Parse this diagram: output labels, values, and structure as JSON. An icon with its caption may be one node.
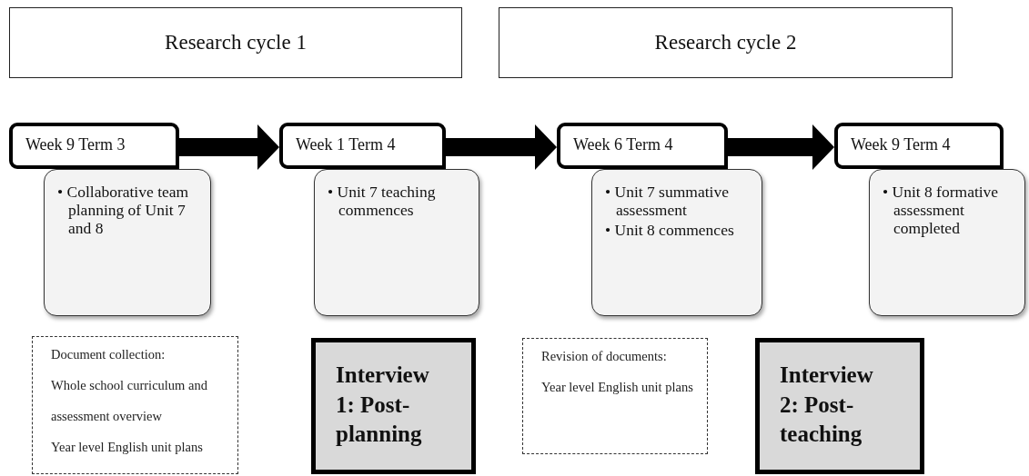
{
  "diagram": {
    "nodes": [
      {
        "text": [
          "Research cycle 1"
        ]
      },
      {
        "text": [
          "Research cycle 2"
        ]
      },
      {
        "text": [
          "Week 9 Term 3"
        ]
      },
      {
        "text": [
          "• Collaborative team planning of Unit 7 and 8"
        ]
      },
      {
        "text": [
          "Week 1 Term 4"
        ]
      },
      {
        "text": [
          "• Unit 7 teaching commences"
        ]
      },
      {
        "text": [
          "Week 6 Term 4"
        ]
      },
      {
        "text": [
          "• Unit 7 summative assessment",
          "• Unit 8 commences"
        ]
      },
      {
        "text": [
          "Week 9 Term 4"
        ]
      },
      {
        "text": [
          "• Unit 8 formative assessment completed"
        ]
      },
      {
        "text": [
          "Document collection:",
          "Whole school curriculum and assessment overview",
          "Year level English unit plans"
        ]
      },
      {
        "text": [
          "Interview 1: Post-planning"
        ]
      },
      {
        "text": [
          "Revision of documents:",
          "Year level English unit plans"
        ]
      },
      {
        "text": [
          "Interview 2: Post-teaching"
        ]
      }
    ],
    "edges": [
      {
        "from": 2,
        "to": 4,
        "arrow": "to",
        "style": "thick"
      },
      {
        "from": 4,
        "to": 6,
        "arrow": "to",
        "style": "thick"
      },
      {
        "from": 6,
        "to": 8,
        "arrow": "to",
        "style": "thick"
      }
    ]
  }
}
